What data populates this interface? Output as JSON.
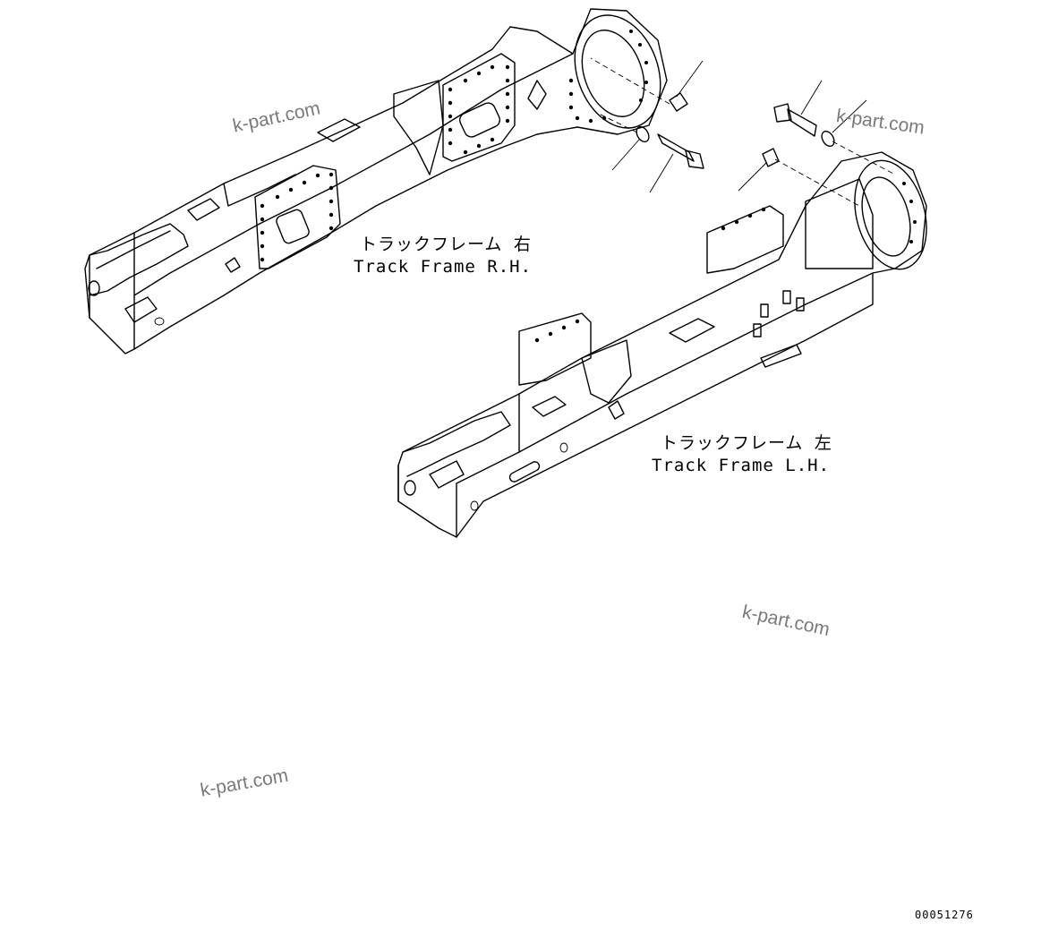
{
  "labels": {
    "rh_jp": "トラックフレーム 右",
    "rh_en": "Track Frame R.H.",
    "lh_jp": "トラックフレーム 左",
    "lh_en": "Track Frame L.H."
  },
  "watermarks": [
    "k-part.com",
    "k-part.com",
    "k-part.com",
    "k-part.com"
  ],
  "figure_code": "00051276"
}
